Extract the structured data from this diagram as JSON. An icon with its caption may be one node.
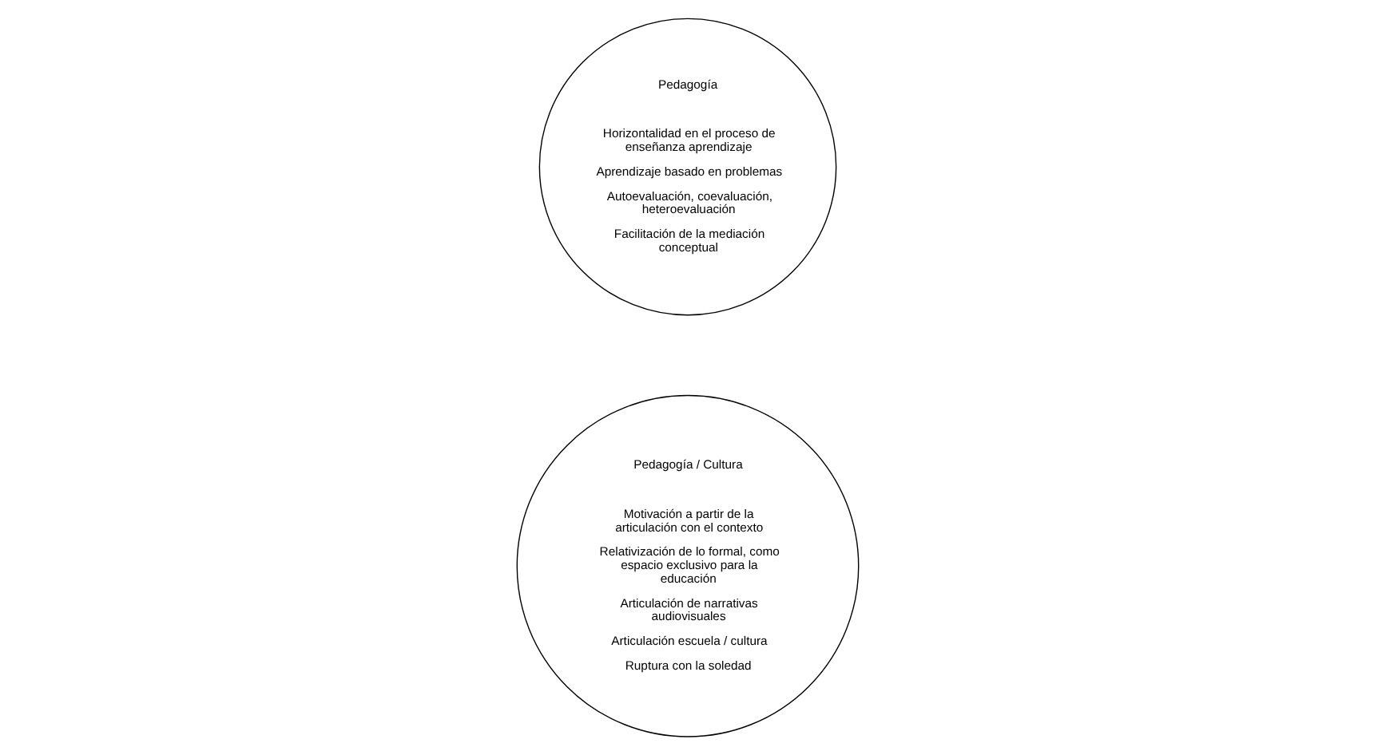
{
  "diagram": {
    "nodes": [
      {
        "text": [
          "Pedagogía",
          "Horizontalidad en el proceso de enseñanza aprendizaje",
          "Aprendizaje basado en problemas",
          "Autoevaluación, coevaluación, heteroevaluación",
          "Facilitación de la mediación conceptual"
        ]
      },
      {
        "text": [
          "Pedagogía / Cultura",
          "Motivación a partir de la articulación con el contexto",
          "Relativización de lo formal, como espacio exclusivo para la educación",
          "Articulación de narrativas audiovisuales",
          "Articulación escuela / cultura",
          "Ruptura con la soledad"
        ]
      }
    ]
  }
}
